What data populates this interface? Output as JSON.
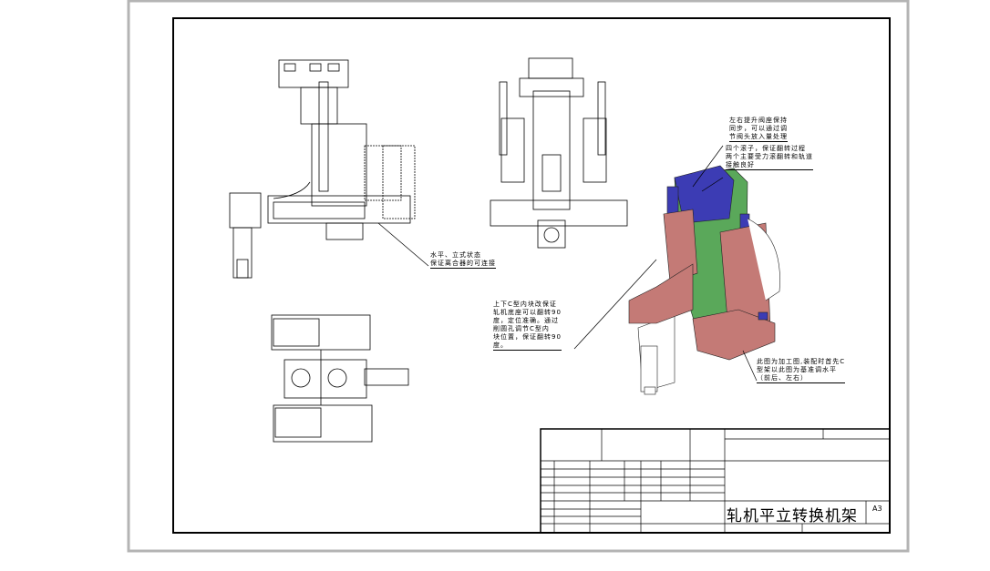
{
  "drawing": {
    "title": "轧机平立转换机架",
    "sheet_size": "A3",
    "notes": [
      "左右提升阀座保持\n同步，可以通过调\n节阀头放入量处理",
      "四个滚子，保证翻转过程\n两个主要受力滚翻转和轨道\n接触良好",
      "水平、立式状态\n保证离合器的可连接",
      "上下C型内块改保证\n轧机底座可以翻转90\n度，定位准确。通过\n削圆孔调节C型内\n块位置，保证翻转90\n度。",
      "此图为加工图,装配时首先C\n型架以此图为基准调水平\n（前后、左右）"
    ]
  },
  "colors": {
    "frame": "#000000",
    "border": "#b4b4b4",
    "part_red": "#c47a76",
    "part_green": "#5aa85a",
    "part_blue": "#3c3cb4"
  }
}
